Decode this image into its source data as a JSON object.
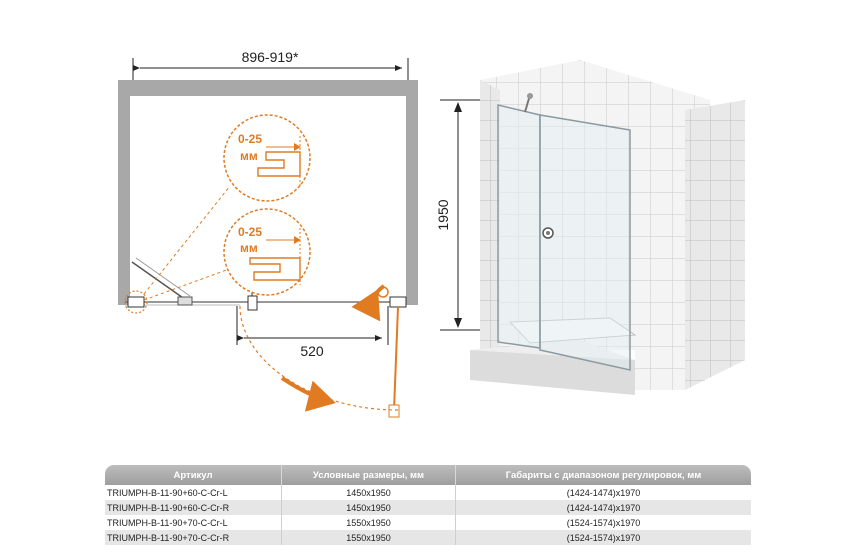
{
  "plan": {
    "width_label": "896-919*",
    "door_label": "520",
    "detail_top_label": "0-25",
    "detail_top_unit": "мм",
    "detail_bottom_label": "0-25",
    "detail_bottom_unit": "мм"
  },
  "render": {
    "height_label": "1950"
  },
  "colors": {
    "accent": "#e07b22",
    "wall": "#a8a8a8"
  },
  "table": {
    "headers": [
      "Артикул",
      "Условные размеры, мм",
      "Габариты с диапазоном регулировок, мм"
    ],
    "rows": [
      {
        "article": "TRIUMPH-B-11-90+60-C-Cr-L",
        "size": "1450x1950",
        "range": "(1424-1474)x1970"
      },
      {
        "article": "TRIUMPH-B-11-90+60-C-Cr-R",
        "size": "1450x1950",
        "range": "(1424-1474)x1970"
      },
      {
        "article": "TRIUMPH-B-11-90+70-C-Cr-L",
        "size": "1550x1950",
        "range": "(1524-1574)x1970"
      },
      {
        "article": "TRIUMPH-B-11-90+70-C-Cr-R",
        "size": "1550x1950",
        "range": "(1524-1574)x1970"
      }
    ]
  }
}
